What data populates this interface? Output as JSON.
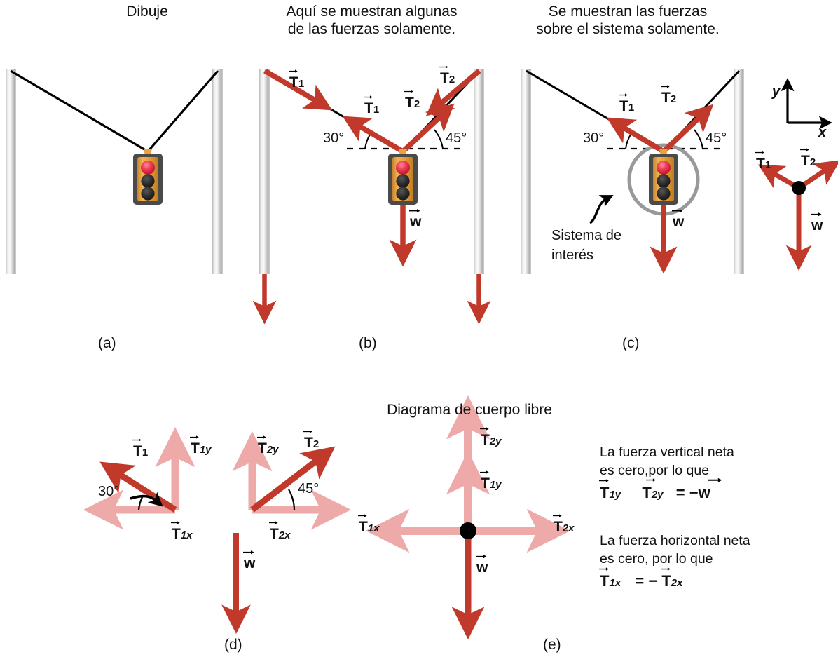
{
  "headers": {
    "a": "Dibuje",
    "b": "Aquí se muestran algunas\nde las fuerzas solamente.",
    "c": "Se muestran las fuerzas\nsobre el sistema solamente.",
    "fbd": "Diagrama de cuerpo libre"
  },
  "panel_labels": {
    "a": "(a)",
    "b": "(b)",
    "c": "(c)",
    "d": "(d)",
    "e": "(e)"
  },
  "annotations": {
    "system_of_interest": "Sistema de\ninterés",
    "angle_30": "30°",
    "angle_45": "45°",
    "axis_y": "y",
    "axis_x": "x"
  },
  "vectors": {
    "T": "T",
    "w": "w",
    "sub1": "1",
    "sub2": "2",
    "sub1x": "1x",
    "sub1y": "1y",
    "sub2x": "2x",
    "sub2y": "2y"
  },
  "explanations": {
    "vertical_text": "La fuerza vertical neta\nes cero,por lo que",
    "vertical_eq_t1y": "T",
    "vertical_eq_t1y_sub": "1y",
    "vertical_eq_t2y": "T",
    "vertical_eq_t2y_sub": "2y",
    "vertical_eq_tail": "= −w",
    "horizontal_text": "La fuerza horizontal neta\nes cero, por lo que",
    "horizontal_eq_t1x": "T",
    "horizontal_eq_t1x_sub": "1x",
    "horizontal_eq_mid": "= −",
    "horizontal_eq_t2x": "T",
    "horizontal_eq_t2x_sub": "2x"
  },
  "colors": {
    "vector_red": "#C0392B",
    "vector_pink": "#EDAAA8",
    "cable_black": "#000000",
    "circle_gray": "#999999",
    "pole_light": "#E8E8E8",
    "pole_dark": "#A8A8A8",
    "light_body": "#4A4A4A",
    "light_panel": "#E8A33D",
    "lamp_red": "#E8304A",
    "lamp_off": "#2B2B2B"
  }
}
